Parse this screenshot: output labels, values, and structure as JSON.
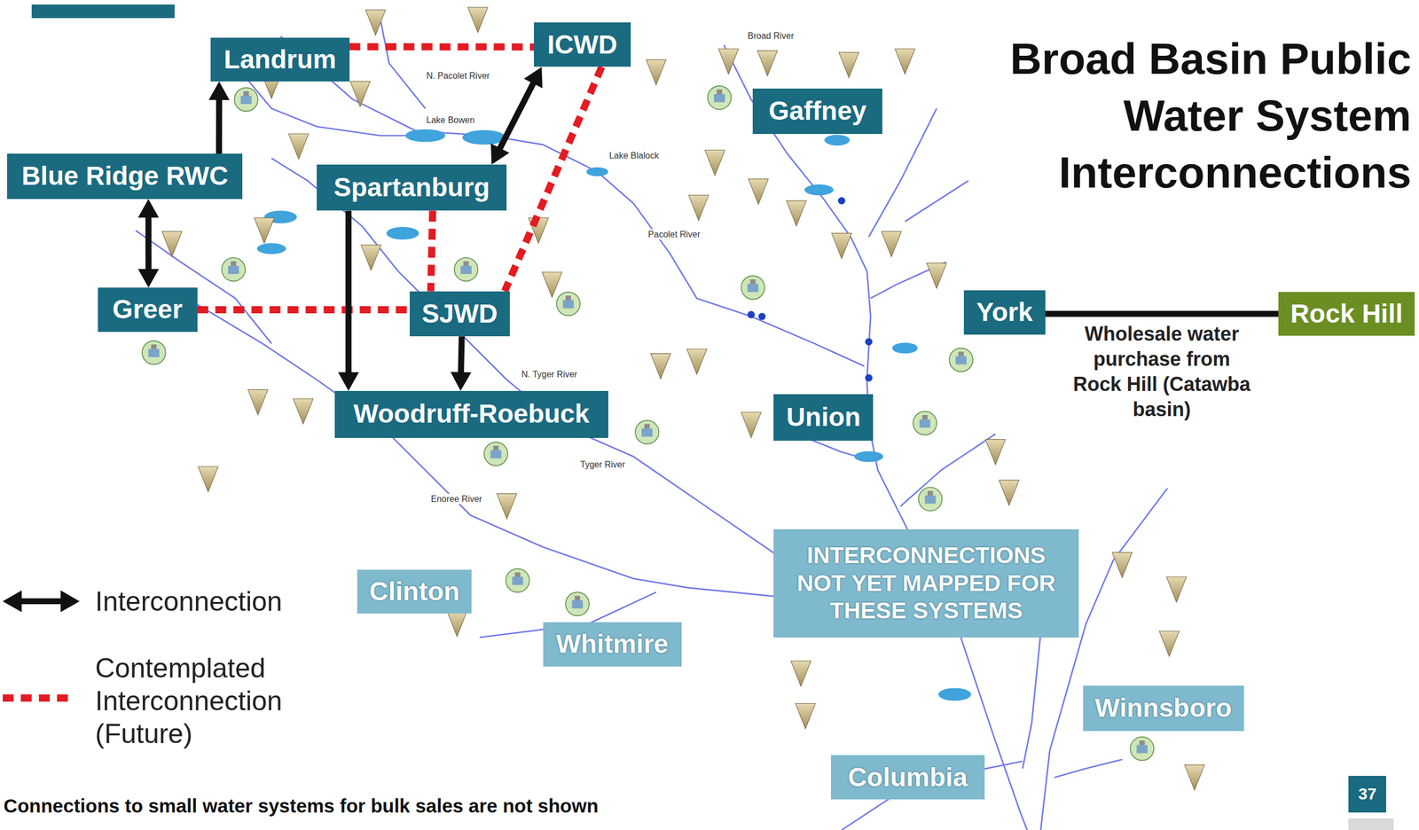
{
  "diagram": {
    "title": "Broad Basin Public Water System Interconnections",
    "nodes": [
      {
        "text": [
          "Landrum"
        ]
      },
      {
        "text": [
          "ICWD"
        ]
      },
      {
        "text": [
          "Blue Ridge RWC"
        ]
      },
      {
        "text": [
          "Spartanburg"
        ]
      },
      {
        "text": [
          "Gaffney"
        ]
      },
      {
        "text": [
          "Greer"
        ]
      },
      {
        "text": [
          "SJWD"
        ]
      },
      {
        "text": [
          "York"
        ]
      },
      {
        "text": [
          "Rock Hill"
        ]
      },
      {
        "text": [
          "Woodruff-Roebuck"
        ]
      },
      {
        "text": [
          "Union"
        ]
      },
      {
        "text": [
          "INTERCONNECTIONS NOT YET MAPPED FOR THESE SYSTEMS"
        ]
      },
      {
        "text": [
          "Clinton"
        ]
      },
      {
        "text": [
          "Whitmire"
        ]
      },
      {
        "text": [
          "Winnsboro"
        ]
      },
      {
        "text": [
          "Columbia"
        ]
      }
    ],
    "edges": [
      {
        "from": 0,
        "to": 1,
        "arrow": "none"
      },
      {
        "from": 2,
        "to": 0,
        "arrow": "to"
      },
      {
        "from": 1,
        "to": 3,
        "arrow": "both"
      },
      {
        "from": 1,
        "to": 6,
        "arrow": "none"
      },
      {
        "from": 2,
        "to": 5,
        "arrow": "both"
      },
      {
        "from": 5,
        "to": 6,
        "arrow": "none"
      },
      {
        "from": 3,
        "to": 6,
        "arrow": "none"
      },
      {
        "from": 3,
        "to": 9,
        "arrow": "to"
      },
      {
        "from": 6,
        "to": 9,
        "arrow": "to"
      },
      {
        "from": 7,
        "to": 8,
        "arrow": "none",
        "label": "Wholesale water purchase from Rock Hill (Catawba basin)"
      }
    ],
    "labels": [
      "Connections to small water systems for bulk sales are not shown",
      "37",
      "Broad River",
      "N. Pacolet River",
      "Lake Bowen",
      "Lake Blalock",
      "Pacolet River",
      "N. Tyger River",
      "Tyger River",
      "Enoree River"
    ],
    "legend": [
      {
        "text": "Interconnection"
      },
      {
        "text": "Contemplated Interconnection (Future)"
      }
    ]
  }
}
